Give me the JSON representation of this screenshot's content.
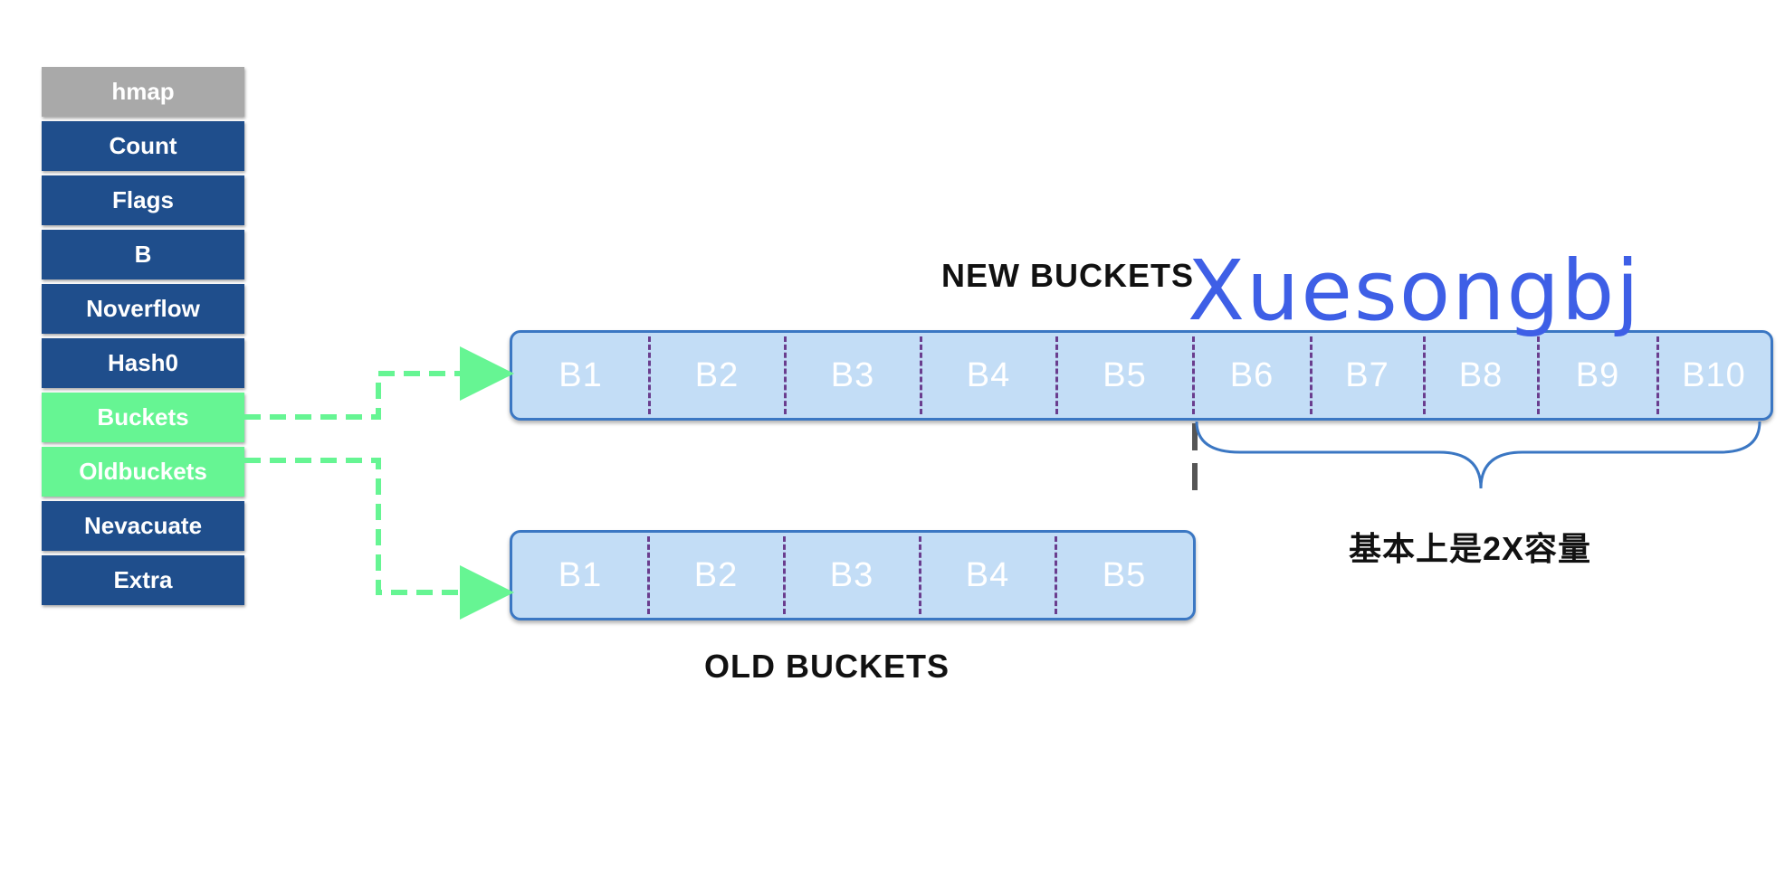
{
  "hmap": {
    "header": "hmap",
    "fields": [
      {
        "label": "Count",
        "kind": "field"
      },
      {
        "label": "Flags",
        "kind": "field"
      },
      {
        "label": "B",
        "kind": "field"
      },
      {
        "label": "Noverflow",
        "kind": "field"
      },
      {
        "label": "Hash0",
        "kind": "field"
      },
      {
        "label": "Buckets",
        "kind": "ptr"
      },
      {
        "label": "Oldbuckets",
        "kind": "ptr"
      },
      {
        "label": "Nevacuate",
        "kind": "field"
      },
      {
        "label": "Extra",
        "kind": "field"
      }
    ]
  },
  "new_buckets": {
    "title": "NEW  BUCKETS",
    "slots": [
      "B1",
      "B2",
      "B3",
      "B4",
      "B5",
      "B6",
      "B7",
      "B8",
      "B9",
      "B10"
    ]
  },
  "old_buckets": {
    "title": "OLD  BUCKETS",
    "slots": [
      "B1",
      "B2",
      "B3",
      "B4",
      "B5"
    ]
  },
  "capacity_note": "基本上是2X容量",
  "watermark": "Xuesongbj",
  "colors": {
    "header_gray": "#a9a9a9",
    "field_blue": "#1f4e8c",
    "pointer_green": "#66f593",
    "bucket_fill": "#c3ddf6",
    "bucket_border": "#3b77c3",
    "separator_purple": "#6a3d8e",
    "watermark_blue": "#3e5fe6"
  }
}
